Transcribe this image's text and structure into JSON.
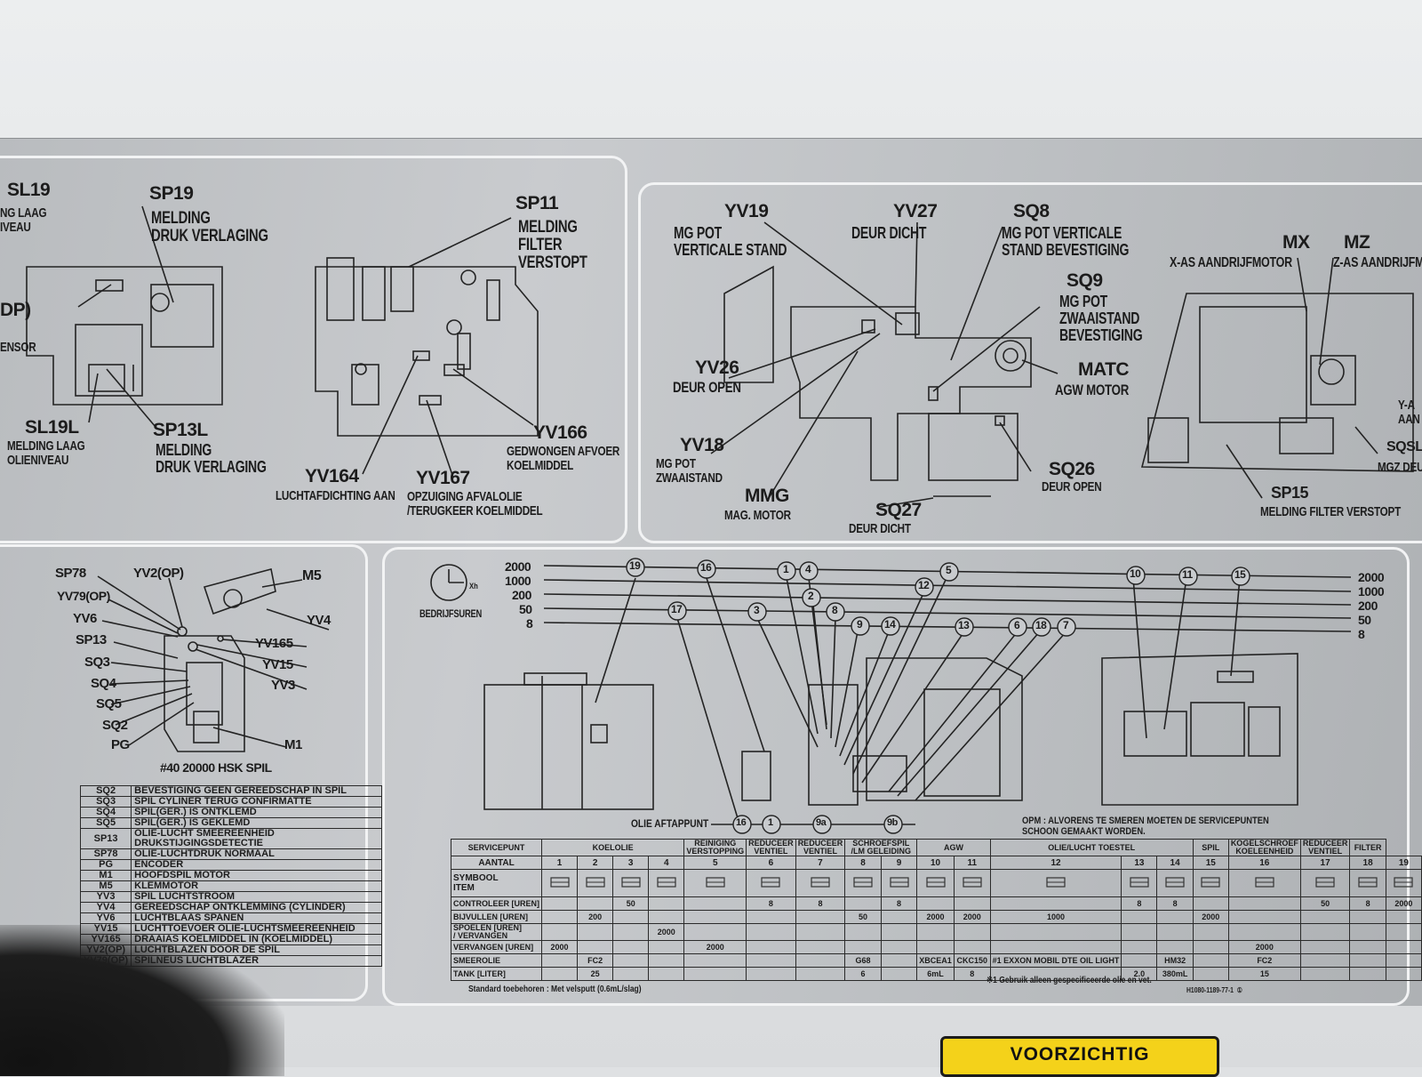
{
  "top_left": {
    "sl19": "SL19",
    "sl19_desc": "NG LAAG\nIVEAU",
    "sp19": "SP19",
    "sp19_desc": "MELDING\nDRUK VERLAGING",
    "op": "DP)",
    "sensor": "ENSOR",
    "sl19l": "SL19L",
    "sl19l_desc": "MELDING LAAG\nOLIENIVEAU",
    "sp13l": "SP13L",
    "sp13l_desc": "MELDING\nDRUK VERLAGING",
    "sp11": "SP11",
    "sp11_desc": "MELDING\nFILTER\nVERSTOPT",
    "yv164": "YV164",
    "yv164_desc": "LUCHTAFDICHTING AAN",
    "yv167": "YV167",
    "yv167_desc": "OPZUIGING AFVALOLIE\n/TERUGKEER KOELMIDDEL",
    "yv166": "YV166",
    "yv166_desc": "GEDWONGEN AFVOER\nKOELMIDDEL"
  },
  "top_right": {
    "yv19": "YV19",
    "yv19_desc": "MG POT\nVERTICALE STAND",
    "yv27": "YV27",
    "yv27_desc": "DEUR DICHT",
    "sq8": "SQ8",
    "sq8_desc": "MG POT VERTICALE\nSTAND BEVESTIGING",
    "sq9": "SQ9",
    "sq9_desc": "MG POT\nZWAAISTAND\nBEVESTIGING",
    "matc": "MATC",
    "matc_desc": "AGW MOTOR",
    "yv26": "YV26",
    "yv26_desc": "DEUR OPEN",
    "yv18": "YV18",
    "yv18_desc": "MG POT\nZWAAISTAND",
    "mmg": "MMG",
    "mmg_desc": "MAG. MOTOR",
    "sq26": "SQ26",
    "sq26_desc": "DEUR OPEN",
    "sq27": "SQ27",
    "sq27_desc": "DEUR DICHT",
    "mx": "MX",
    "mx_desc": "X-AS AANDRIJFMOTOR",
    "mz": "MZ",
    "mz_desc": "Z-AS AANDRIJFM",
    "sp15": "SP15",
    "sp15_desc": "MELDING FILTER VERSTOPT",
    "ya": "Y-A\nAAN",
    "sqsl": "SQSL",
    "mgz": "MGZ DEU"
  },
  "spindle": {
    "labels_left": [
      "SP78",
      "YV79(OP)",
      "YV6",
      "SP13",
      "SQ3",
      "SQ4",
      "SQ5",
      "SQ2",
      "PG"
    ],
    "yv2op": "YV2(OP)",
    "m5": "M5",
    "yv4": "YV4",
    "labels_right": [
      "YV165",
      "YV15",
      "YV3"
    ],
    "m1": "M1",
    "caption": "#40 20000 HSK SPIL"
  },
  "legend": [
    [
      "SQ2",
      "BEVESTIGING GEEN GEREEDSCHAP IN SPIL"
    ],
    [
      "SQ3",
      "SPIL CYLINER TERUG CONFIRMATTE"
    ],
    [
      "SQ4",
      "SPIL(GER.) IS ONTKLEMD"
    ],
    [
      "SQ5",
      "SPIL(GER.) IS GEKLEMD"
    ],
    [
      "SP13",
      "OLIE-LUCHT SMEEREENHEID\nDRUKSTIJGINGSDETECTIE"
    ],
    [
      "SP78",
      "OLIE-LUCHTDRUK NORMAAL"
    ],
    [
      "PG",
      "ENCODER"
    ],
    [
      "M1",
      "HOOFDSPIL MOTOR"
    ],
    [
      "M5",
      "KLEMMOTOR"
    ],
    [
      "YV3",
      "SPIL LUCHTSTROOM"
    ],
    [
      "YV4",
      "GEREEDSCHAP ONTKLEMMING (CYLINDER)"
    ],
    [
      "YV6",
      "LUCHTBLAAS SPANEN"
    ],
    [
      "YV15",
      "LUCHTTOEVOER OLIE-LUCHTSMEEREENHEID"
    ],
    [
      "YV165",
      "DRAAIAS KOELMIDDEL IN (KOELMIDDEL)"
    ],
    [
      "YV2(OP)",
      "LUCHTBLAZEN DOOR DE SPIL"
    ],
    [
      "YV79(OP)",
      "SPILNEUS LUCHTBLAZER"
    ]
  ],
  "maintenance": {
    "hours_label": "BEDRIJFSUREN",
    "xh": "Xh",
    "levels": [
      "2000",
      "1000",
      "200",
      "50",
      "8"
    ],
    "top_markers": [
      "19",
      "16",
      "1",
      "4",
      "5",
      "2",
      "12",
      "8",
      "17",
      "3",
      "9",
      "14",
      "13",
      "6",
      "18",
      "7",
      "10",
      "11",
      "15"
    ],
    "oil_tap": "OLIE AFTAPPUNT",
    "bottom_markers": [
      "16",
      "1",
      "9a",
      "9b"
    ],
    "note": "OPM : ALVORENS TE SMEREN MOETEN DE SERVICEPUNTEN\nSCHOON GEMAAKT WORDEN."
  },
  "service_table": {
    "groups": [
      "SERVICEPUNT",
      "KOELOLIE",
      "REINIGING\nVERSTOPPING",
      "REDUCEER\nVENTIEL",
      "REDUCEER\nVENTIEL",
      "SCHROEFSPIL\n/LM GELEIDING",
      "AGW",
      "OLIE/LUCHT TOESTEL",
      "SPIL",
      "KOGELSCHROEF\nKOELEENHEID",
      "REDUCEER\nVENTIEL",
      "FILTER"
    ],
    "aantal": "AANTAL",
    "numbers": [
      "1",
      "2",
      "3",
      "4",
      "5",
      "6",
      "7",
      "8",
      "9",
      "10",
      "11",
      "12",
      "13",
      "14",
      "15",
      "16",
      "17",
      "18",
      "19"
    ],
    "symbool": "SYMBOOL",
    "item": "ITEM",
    "rows": [
      {
        "label": "CONTROLEER [UREN]",
        "cells": [
          "",
          "",
          "50",
          "",
          "",
          "8",
          "8",
          "",
          "8",
          "",
          "",
          "",
          "8",
          "8",
          "",
          "",
          "50",
          "8",
          "2000"
        ]
      },
      {
        "label": "BIJVULLEN [UREN]",
        "cells": [
          "",
          "200",
          "",
          "",
          "",
          "",
          "",
          "50",
          "",
          "2000",
          "2000",
          "1000",
          "",
          "",
          "2000",
          "",
          "",
          "",
          ""
        ]
      },
      {
        "label": "SPOELEN [UREN]\n/ VERVANGEN",
        "cells": [
          "",
          "",
          "",
          "2000",
          "",
          "",
          "",
          "",
          "",
          "",
          "",
          "",
          "",
          "",
          "",
          "",
          "",
          "",
          ""
        ]
      },
      {
        "label": "VERVANGEN [UREN]",
        "cells": [
          "2000",
          "",
          "",
          "",
          "2000",
          "",
          "",
          "",
          "",
          "",
          "",
          "",
          "",
          "",
          "",
          "2000",
          "",
          "",
          ""
        ]
      },
      {
        "label": "SMEEROLIE",
        "cells": [
          "",
          "FC2",
          "",
          "",
          "",
          "",
          "",
          "G68",
          "",
          "XBCEA1",
          "CKC150",
          "#1 EXXON MOBIL DTE OIL LIGHT",
          "",
          "HM32",
          "",
          "FC2",
          "",
          "",
          ""
        ]
      },
      {
        "label": "TANK [LITER]",
        "cells": [
          "",
          "25",
          "",
          "",
          "",
          "",
          "",
          "6",
          "",
          "6mL",
          "8",
          "",
          "2.0",
          "380mL",
          "",
          "15",
          "",
          "",
          ""
        ]
      }
    ],
    "footnote_left": "Standard toebehoren : Met velsputt (0.6mL/slag)",
    "footnote_right": "※1 Gebruik alleen gespecificeerde olie en vet.",
    "doc_code": "H1080-1189-77-1  ①"
  },
  "warning": "VOORZICHTIG"
}
